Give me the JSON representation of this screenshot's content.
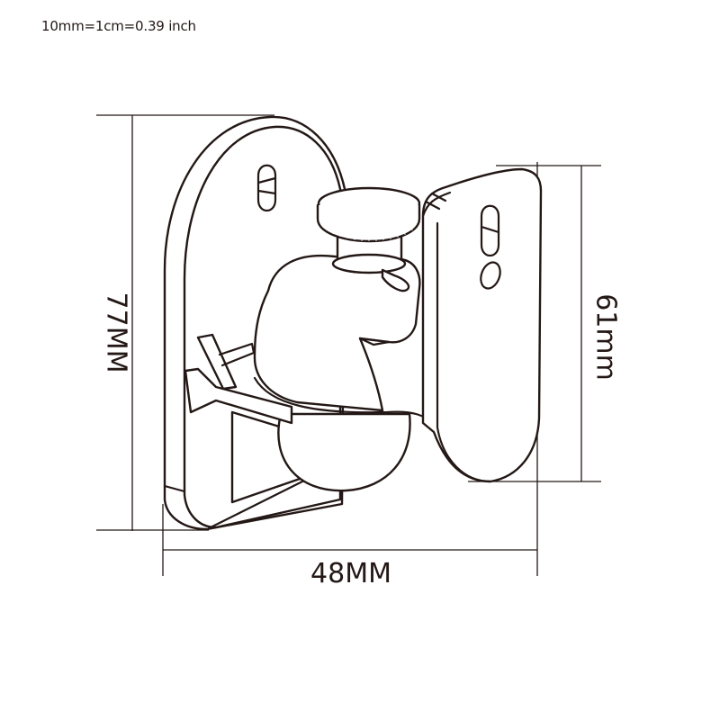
{
  "scale_note": "10mm=1cm=0.39 inch",
  "dimensions": {
    "height_total": "77MM",
    "height_bracket": "61mm",
    "width_total": "48MM"
  },
  "product": {
    "icon": "speaker-wall-mount-bracket-icon",
    "line_color": "#231815",
    "background": "#ffffff"
  }
}
